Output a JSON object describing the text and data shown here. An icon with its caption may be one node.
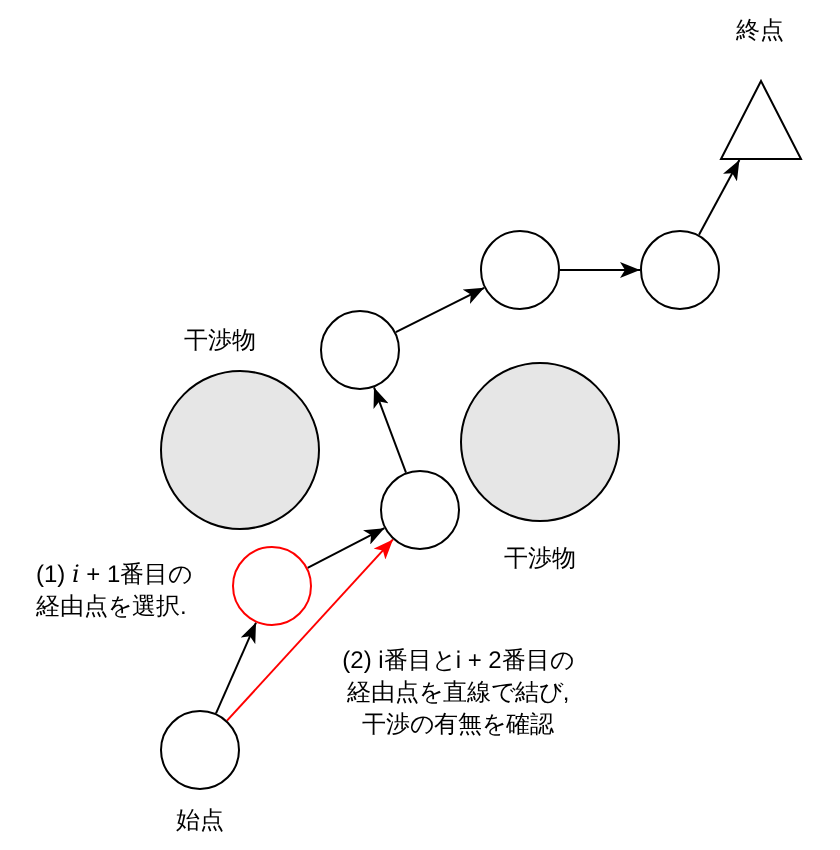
{
  "diagram": {
    "nodes": [
      {
        "text": [],
        "shape": "circle",
        "beside": [
          "始点"
        ]
      },
      {
        "text": [],
        "shape": "circle",
        "beside": [
          "(1) *i* + 1番目の経由点を選択."
        ]
      },
      {
        "text": [],
        "shape": "circle"
      },
      {
        "text": [],
        "shape": "circle"
      },
      {
        "text": [],
        "shape": "circle"
      },
      {
        "text": [],
        "shape": "circle"
      },
      {
        "text": [],
        "shape": "triangle",
        "beside": [
          "終点"
        ]
      },
      {
        "text": [],
        "shape": "circle",
        "beside": [
          "干渉物"
        ]
      },
      {
        "text": [],
        "shape": "circle",
        "beside": [
          "干渉物"
        ]
      }
    ],
    "edges": [
      {
        "from": 0,
        "to": 1,
        "arrow": "to"
      },
      {
        "from": 1,
        "to": 2,
        "arrow": "to"
      },
      {
        "from": 0,
        "to": 2,
        "arrow": "to",
        "color": "#ff0000"
      },
      {
        "from": 2,
        "to": 3,
        "arrow": "to"
      },
      {
        "from": 3,
        "to": 4,
        "arrow": "to"
      },
      {
        "from": 4,
        "to": 5,
        "arrow": "to"
      },
      {
        "from": 5,
        "to": 6,
        "arrow": "to"
      }
    ],
    "labels": [
      "(2) i番目とi + 2番目の経由点を直線で結び,干渉の有無を確認"
    ]
  }
}
